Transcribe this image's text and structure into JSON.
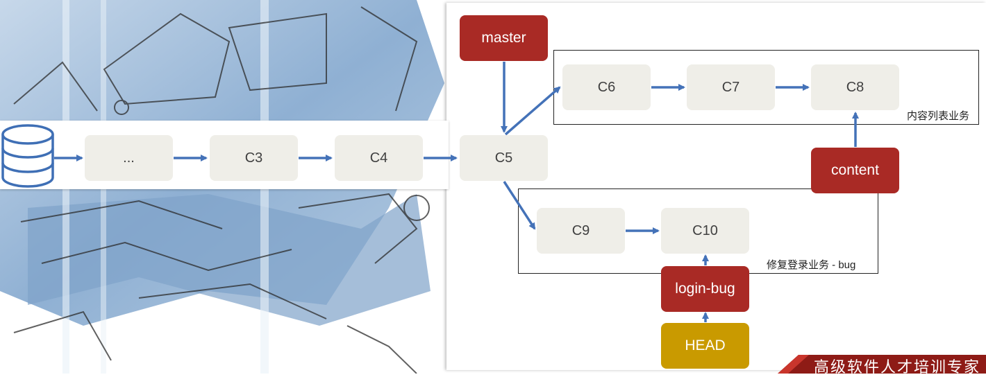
{
  "commits": {
    "ellipsis": "...",
    "c3": "C3",
    "c4": "C4",
    "c5": "C5",
    "c6": "C6",
    "c7": "C7",
    "c8": "C8",
    "c9": "C9",
    "c10": "C10"
  },
  "refs": {
    "master": "master",
    "content": "content",
    "login_bug": "login-bug",
    "head": "HEAD"
  },
  "groups": {
    "content_label": "内容列表业务",
    "bug_label": "修复登录业务 - bug"
  },
  "footer": {
    "slogan": "高级软件人才培训专家"
  },
  "colors": {
    "arrow": "#4472b8",
    "branch": "#a92a25",
    "head": "#c99a00",
    "commit": "#efeee8"
  },
  "icons": [
    "database-icon"
  ]
}
